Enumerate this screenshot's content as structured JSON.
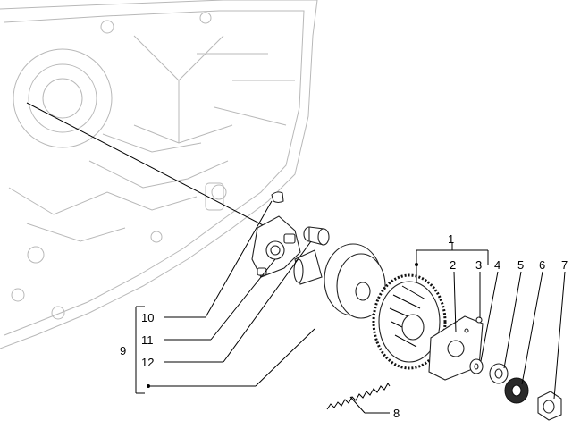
{
  "diagram": {
    "labels": {
      "n1": "1",
      "n2": "2",
      "n3": "3",
      "n4": "4",
      "n5": "5",
      "n6": "6",
      "n7": "7",
      "n8": "8",
      "n9": "9",
      "n10": "10",
      "n11": "11",
      "n12": "12"
    },
    "colors": {
      "line": "#000000",
      "faint": "#b8b8b8",
      "part_fill": "#ffffff",
      "dark_part": "#2a2a2a"
    }
  }
}
